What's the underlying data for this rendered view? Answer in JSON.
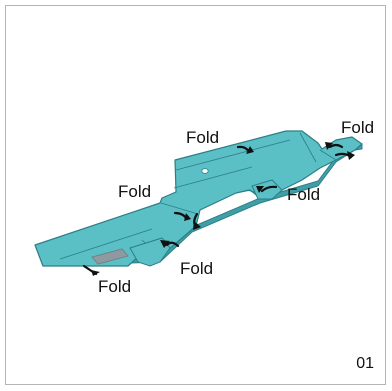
{
  "colors": {
    "part_top": "#5bbfc6",
    "part_edge": "#2b7f86",
    "part_shade": "#3f9ea6",
    "arrow": "#111111",
    "slot": "#8f9aa0",
    "hole": "#ffffff",
    "frame": "#b5b5b5"
  },
  "fold_labels": [
    {
      "text": "Fold"
    },
    {
      "text": "Fold"
    },
    {
      "text": "Fold"
    },
    {
      "text": "Fold"
    },
    {
      "text": "Fold"
    },
    {
      "text": "Fold"
    }
  ],
  "page_number": "01",
  "icons": {
    "fold_arrow": "curved-arrow-icon"
  }
}
